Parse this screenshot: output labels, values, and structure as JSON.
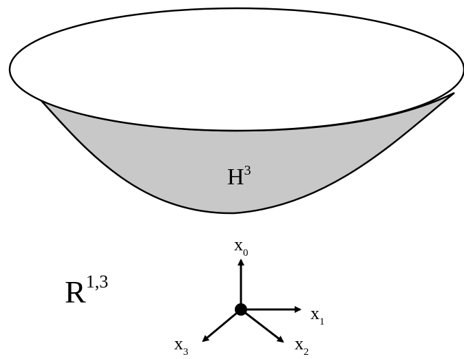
{
  "surface": {
    "label_base": "H",
    "label_sup": "3",
    "fill_color": "#c8c8c8",
    "rim_color": "#ffffff",
    "stroke_color": "#000000"
  },
  "space": {
    "label_base": "R",
    "label_sup": "1,3"
  },
  "axes": {
    "x0": {
      "base": "x",
      "sub": "0"
    },
    "x1": {
      "base": "x",
      "sub": "1"
    },
    "x2": {
      "base": "x",
      "sub": "2"
    },
    "x3": {
      "base": "x",
      "sub": "3"
    }
  }
}
